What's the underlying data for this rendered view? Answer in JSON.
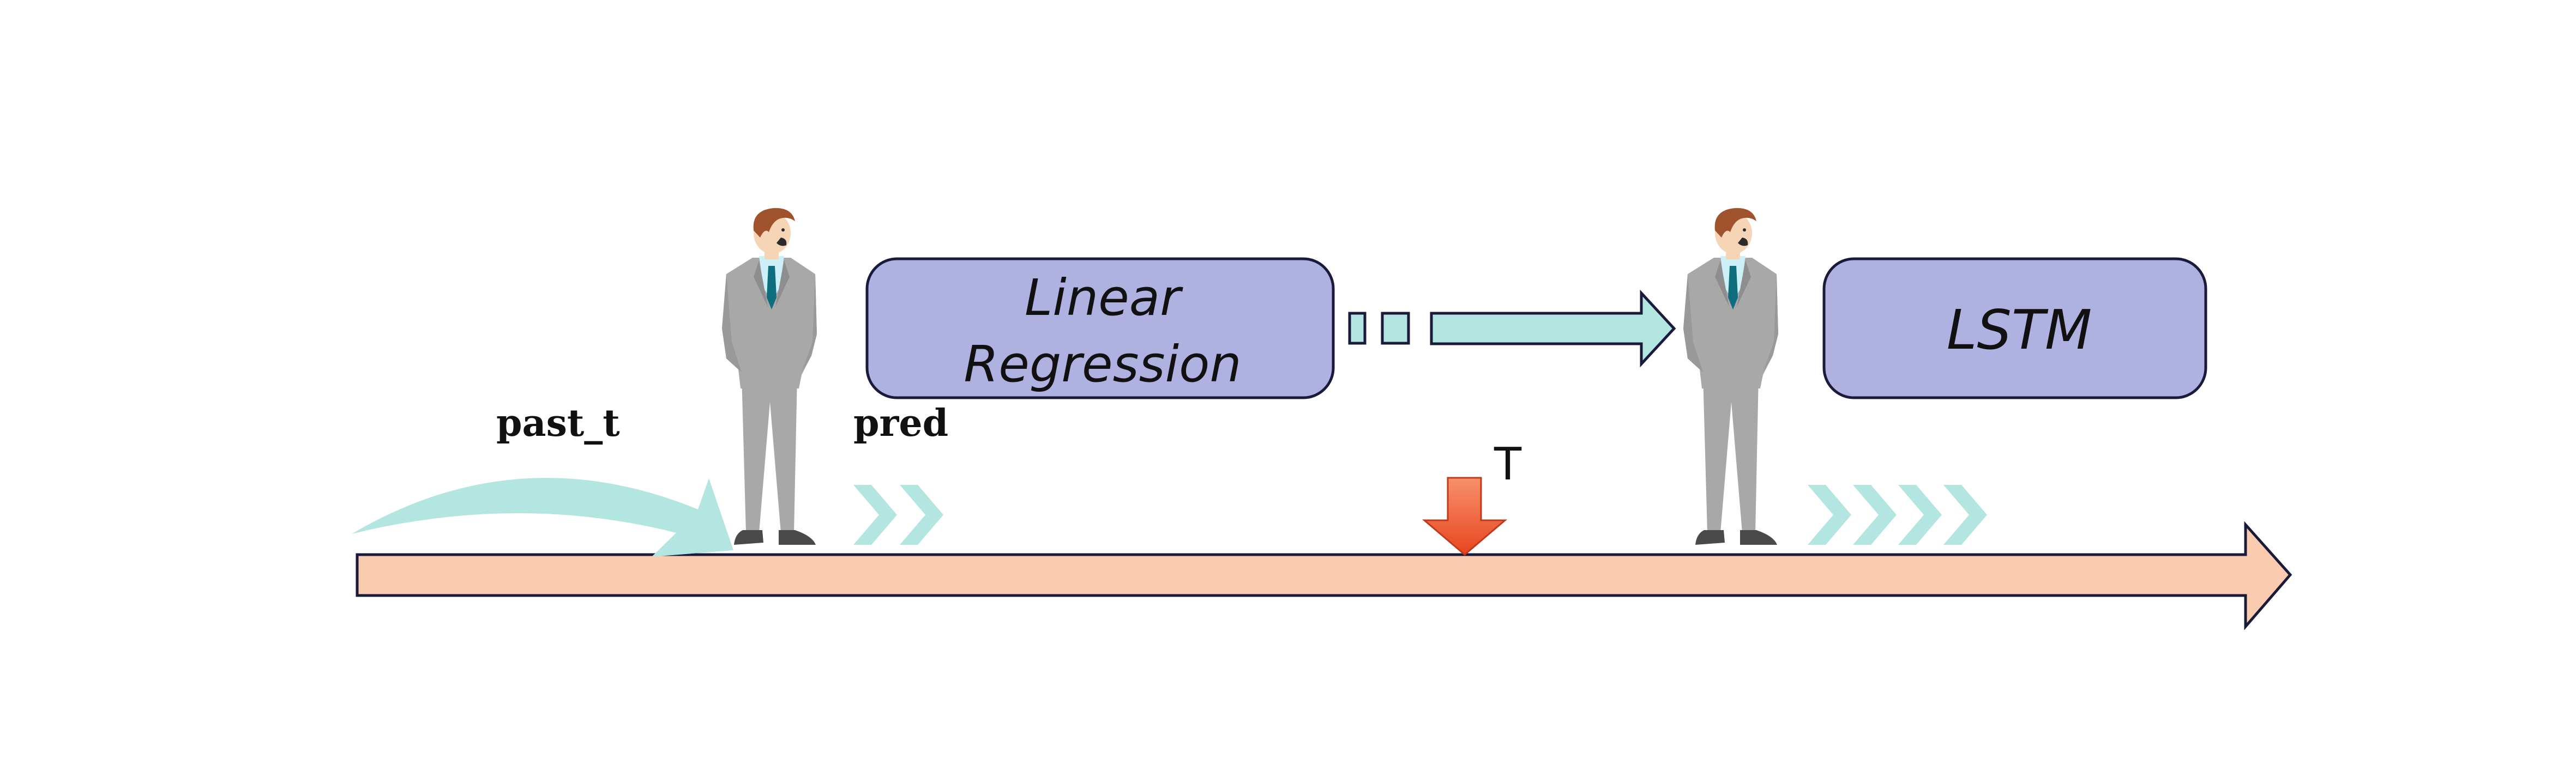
{
  "labels": {
    "past": "past_t",
    "pred": "pred",
    "time_marker": "T"
  },
  "models": {
    "first_line1": "Linear",
    "first_line2": "Regression",
    "second": "LSTM"
  },
  "colors": {
    "timeline": "#FBCBB0",
    "model_box": "#AFB1E0",
    "teal": "#B3E6E0",
    "outline": "#1A1A3A",
    "marker_arrow": "#E8451E",
    "suit": "#A8A8A8",
    "hair": "#A0522D",
    "tie": "#0E6E7E"
  },
  "icons": {
    "person": "businessman-icon",
    "timeline": "timeline-arrow",
    "marker": "down-arrow-icon"
  }
}
